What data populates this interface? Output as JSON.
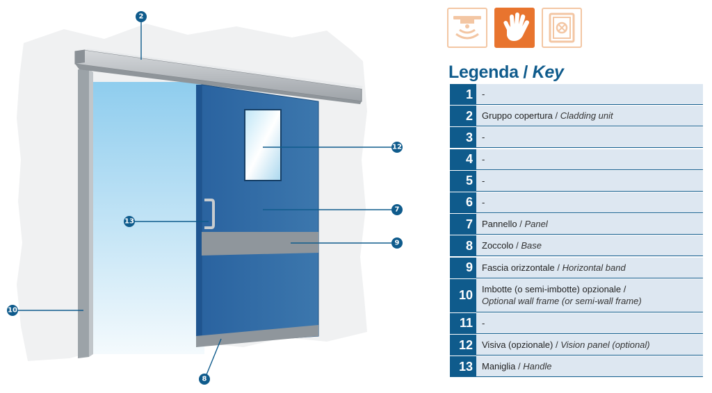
{
  "header": {
    "title_it": "Legenda",
    "title_sep": " / ",
    "title_en": "Key"
  },
  "mode_icons": [
    {
      "name": "sensor-icon",
      "active": false
    },
    {
      "name": "hand-icon",
      "active": true
    },
    {
      "name": "safe-icon",
      "active": false
    }
  ],
  "callouts": [
    "2",
    "12",
    "7",
    "13",
    "9",
    "10",
    "8"
  ],
  "legend": [
    {
      "num": "1",
      "it": "-",
      "en": ""
    },
    {
      "num": "2",
      "it": "Gruppo copertura",
      "en": "Cladding unit"
    },
    {
      "num": "3",
      "it": "-",
      "en": ""
    },
    {
      "num": "4",
      "it": "-",
      "en": ""
    },
    {
      "num": "5",
      "it": "-",
      "en": ""
    },
    {
      "num": "6",
      "it": "-",
      "en": ""
    },
    {
      "num": "7",
      "it": "Pannello",
      "en": "Panel"
    },
    {
      "num": "8",
      "it": "Zoccolo",
      "en": "Base"
    },
    {
      "num": "9",
      "it": "Fascia orizzontale",
      "en": "Horizontal band"
    },
    {
      "num": "10",
      "it": "Imbotte (o semi-imbotte) opzionale /",
      "en": "Optional wall frame (or semi-wall frame)"
    },
    {
      "num": "11",
      "it": "-",
      "en": ""
    },
    {
      "num": "12",
      "it": "Visiva (opzionale)",
      "en": "Vision panel (optional)"
    },
    {
      "num": "13",
      "it": "Maniglia",
      "en": "Handle"
    }
  ],
  "colors": {
    "brand_blue": "#0f5b8c",
    "row_bg": "#dde7f1",
    "accent_orange": "#e8742e",
    "panel_blue": "#2e6ea8"
  }
}
